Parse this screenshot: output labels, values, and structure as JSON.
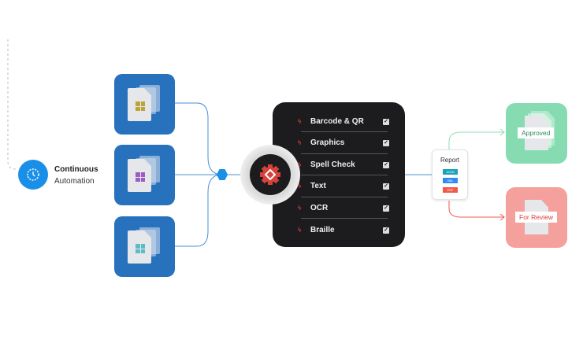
{
  "trigger": {
    "icon": "clock-icon",
    "title": "Continuous",
    "subtitle": "Automation"
  },
  "inputs": [
    {
      "name": "document-yellow",
      "color": "#b9a43e"
    },
    {
      "name": "document-purple",
      "color": "#9b5cc4"
    },
    {
      "name": "document-teal",
      "color": "#5cbcc4"
    }
  ],
  "checks": {
    "items": [
      {
        "label": "Barcode & QR",
        "checked": true
      },
      {
        "label": "Graphics",
        "checked": true
      },
      {
        "label": "Spell Check",
        "checked": true
      },
      {
        "label": "Text",
        "checked": true
      },
      {
        "label": "OCR",
        "checked": true
      },
      {
        "label": "Braille",
        "checked": true
      }
    ],
    "check_glyph": "✓",
    "bolt_glyph": "ϟ"
  },
  "report": {
    "title": "Report",
    "formats": [
      {
        "label": "JSON",
        "color": "#17a2b8"
      },
      {
        "label": "XML",
        "color": "#2d8cf0"
      },
      {
        "label": "PDF",
        "color": "#f05a4a"
      }
    ]
  },
  "outcomes": {
    "approved": {
      "label": "Approved",
      "color": "#86dcb0"
    },
    "review": {
      "label": "For Review",
      "color": "#f4a09c"
    }
  },
  "colors": {
    "accent": "#2872bd",
    "link": "#4a8fd6",
    "panel": "#1c1c1e",
    "gear": "#d8413a"
  }
}
